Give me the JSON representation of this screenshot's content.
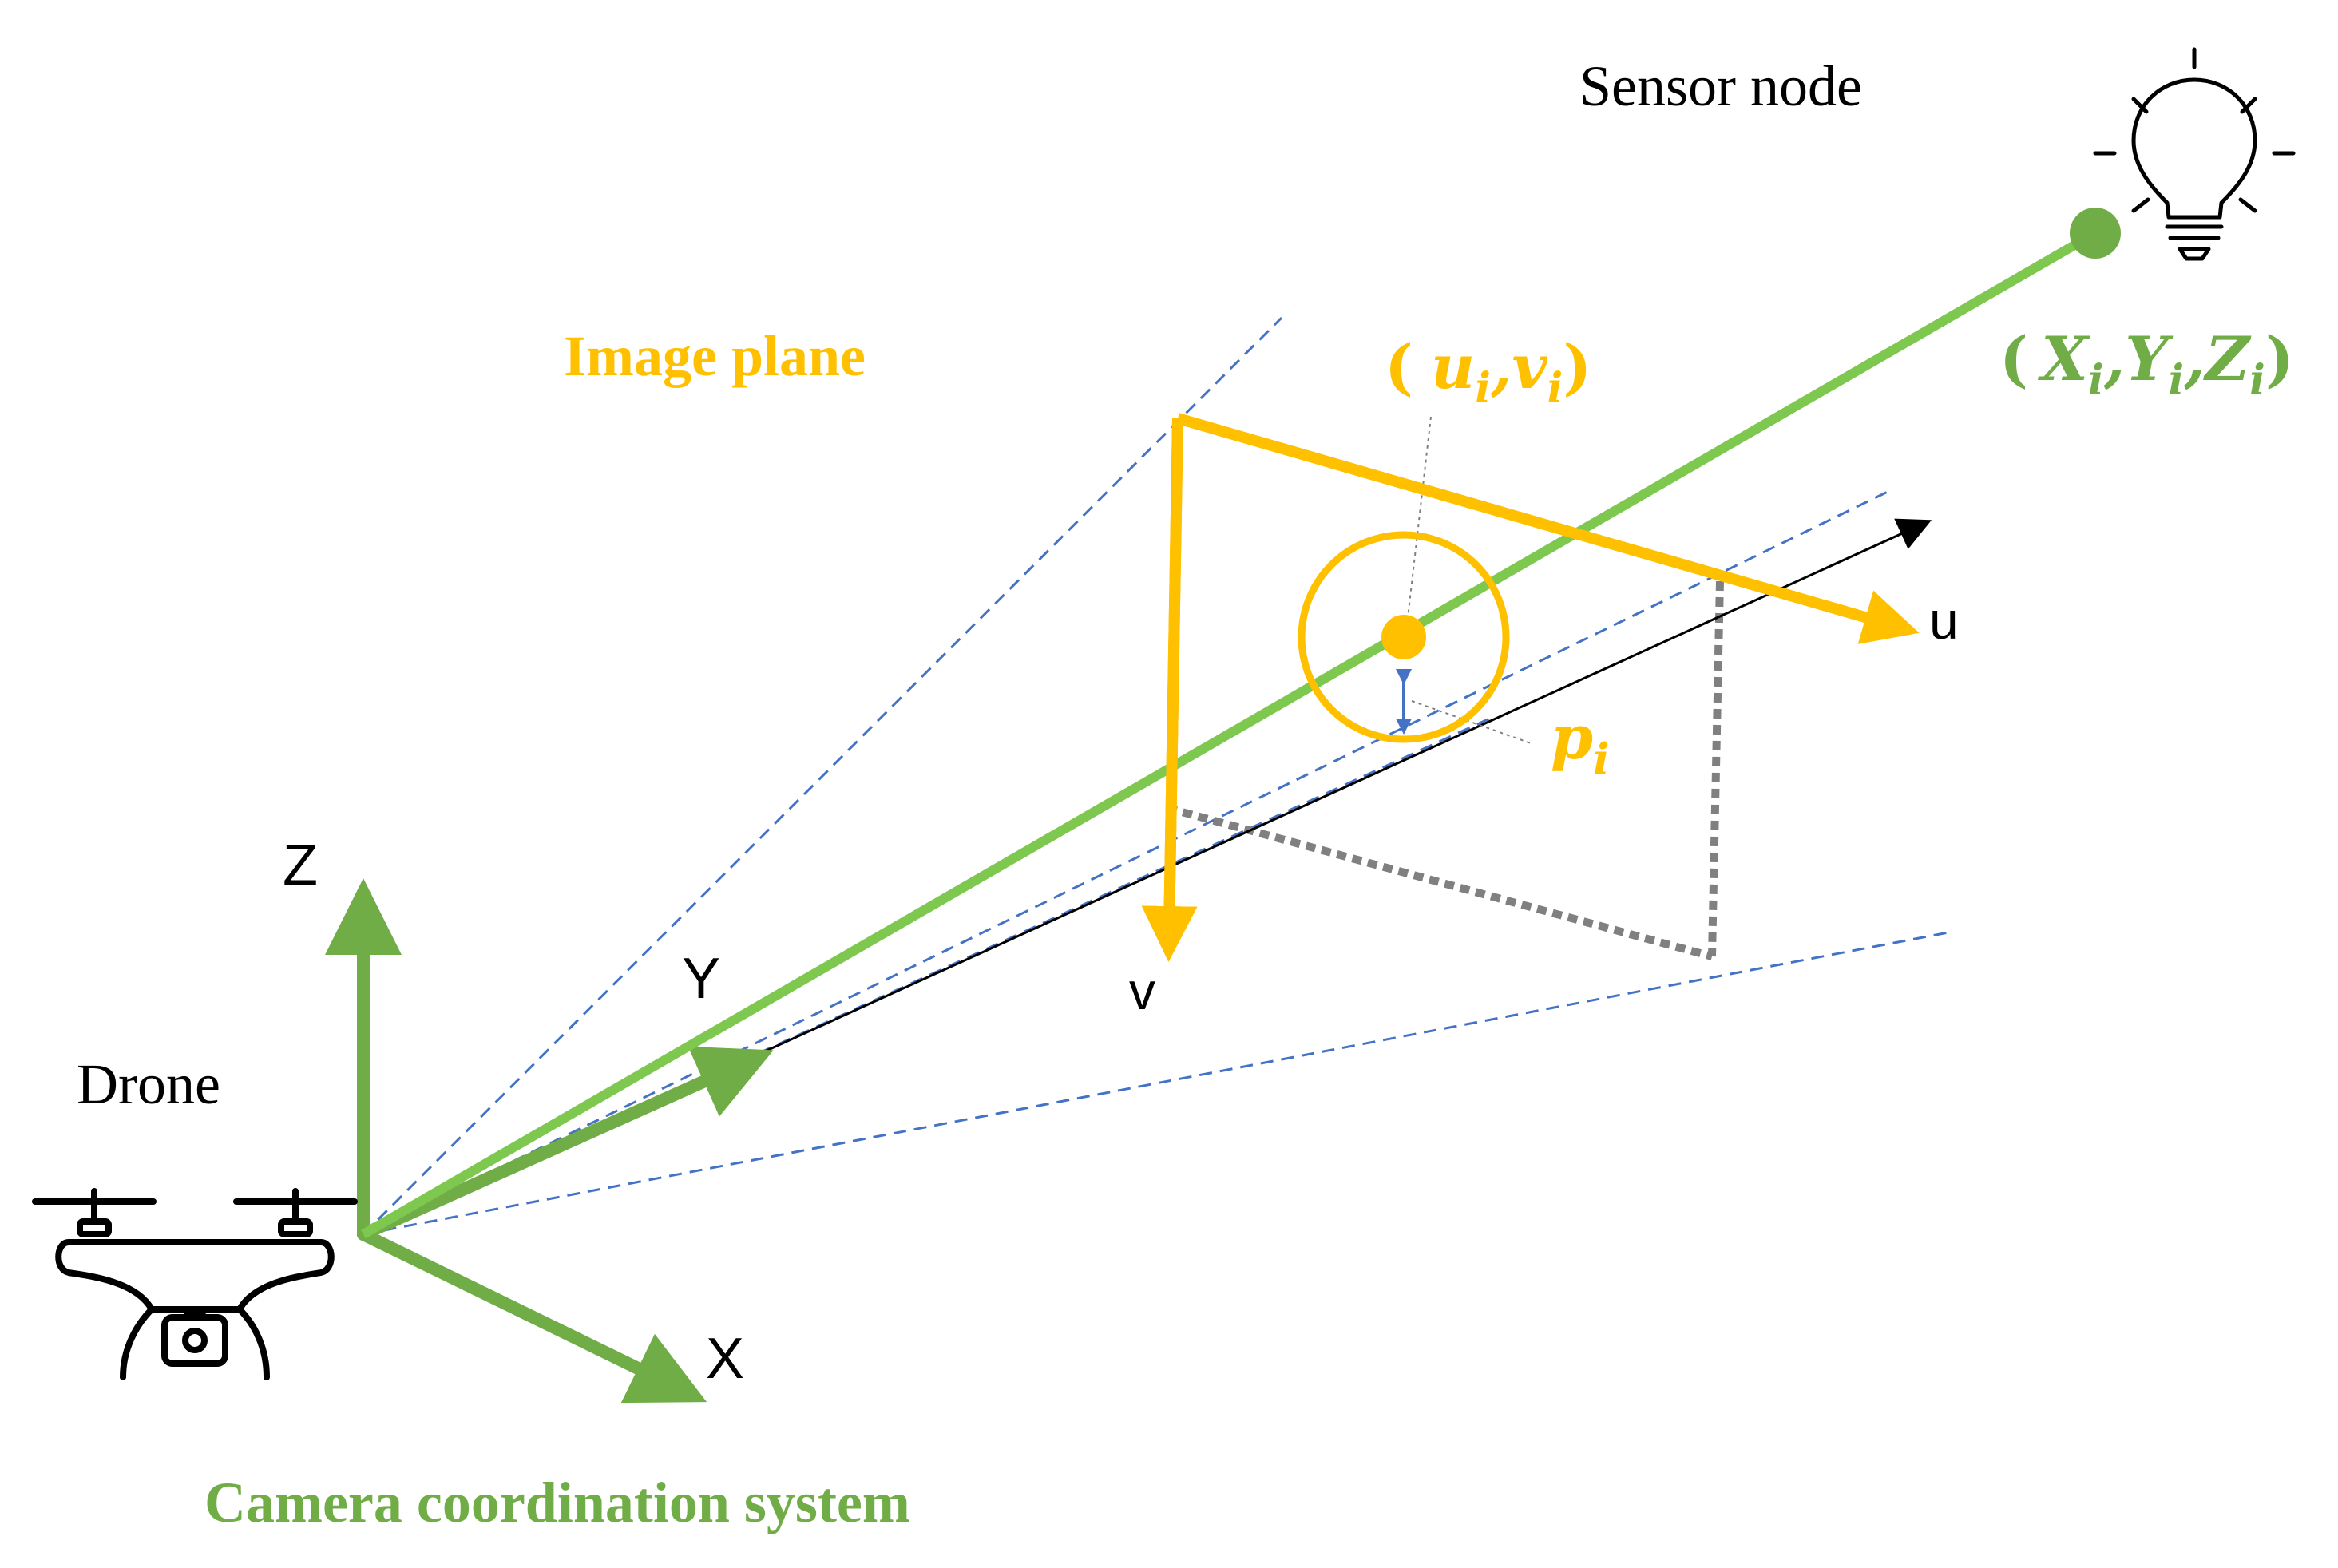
{
  "labels": {
    "sensor_node": "Sensor node",
    "image_plane": "Image plane",
    "drone": "Drone",
    "camera_system": "Camera coordination system",
    "axis_x": "X",
    "axis_y": "Y",
    "axis_z": "Z",
    "axis_u": "u",
    "axis_v": "v",
    "pixel_coord": {
      "open": "(",
      "u": "u",
      "u_sub": "i",
      "comma": ",",
      "v": "v",
      "v_sub": "i",
      "close": ")"
    },
    "world_coord": {
      "open": "(",
      "x": "X",
      "x_sub": "i",
      "comma1": ",",
      "y": "Y",
      "y_sub": "i",
      "comma2": ",",
      "z": "Z",
      "z_sub": "i",
      "close": ")"
    },
    "p_label": {
      "p": "p",
      "p_sub": "i"
    }
  },
  "colors": {
    "camera_green": "#70ad47",
    "ray_green": "#7ec850",
    "image_yellow": "#ffc000",
    "frustum_blue": "#4472c4",
    "gray": "#808080",
    "black": "#000000"
  },
  "icons": {
    "drone": "drone-icon",
    "sensor": "lightbulb-icon"
  }
}
